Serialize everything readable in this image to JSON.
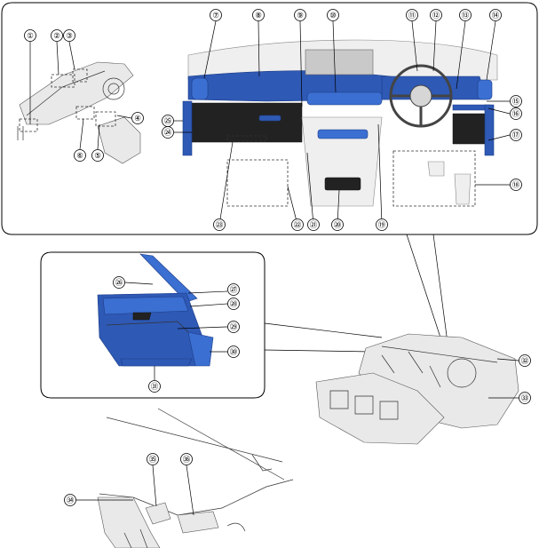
{
  "callouts": [
    {
      "id": "c1",
      "label": "①"
    },
    {
      "id": "c2",
      "label": "②"
    },
    {
      "id": "c3",
      "label": "③"
    },
    {
      "id": "c4",
      "label": "④"
    },
    {
      "id": "c5",
      "label": "⑤"
    },
    {
      "id": "c6",
      "label": "⑥"
    },
    {
      "id": "c7",
      "label": "⑦"
    },
    {
      "id": "c8",
      "label": "⑧"
    },
    {
      "id": "c9",
      "label": "⑨"
    },
    {
      "id": "c10",
      "label": "⑩"
    },
    {
      "id": "c11",
      "label": "⑪"
    },
    {
      "id": "c12",
      "label": "⑫"
    },
    {
      "id": "c13",
      "label": "⑬"
    },
    {
      "id": "c14",
      "label": "⑭"
    },
    {
      "id": "c15",
      "label": "⑮"
    },
    {
      "id": "c16",
      "label": "⑯"
    },
    {
      "id": "c17",
      "label": "⑰"
    },
    {
      "id": "c18",
      "label": "⑱"
    },
    {
      "id": "c19",
      "label": "⑲"
    },
    {
      "id": "c20",
      "label": "⑳"
    },
    {
      "id": "c21",
      "label": "㉑"
    },
    {
      "id": "c22",
      "label": "㉒"
    },
    {
      "id": "c23",
      "label": "㉓"
    },
    {
      "id": "c24",
      "label": "㉔"
    },
    {
      "id": "c25",
      "label": "㉕"
    },
    {
      "id": "c26",
      "label": "㉖"
    },
    {
      "id": "c27",
      "label": "㉗"
    },
    {
      "id": "c28",
      "label": "㉘"
    },
    {
      "id": "c29",
      "label": "㉙"
    },
    {
      "id": "c30",
      "label": "㉚"
    },
    {
      "id": "c31",
      "label": "㉛"
    },
    {
      "id": "c32",
      "label": "㉜"
    },
    {
      "id": "c33",
      "label": "㉝"
    },
    {
      "id": "c34",
      "label": "㉞"
    },
    {
      "id": "c35",
      "label": "㉟"
    },
    {
      "id": "c36",
      "label": "㊱"
    }
  ],
  "colors": {
    "highlight_panel": "#2e59b5",
    "highlight_panel_light": "#3b6fd1",
    "outline": "#000000"
  }
}
